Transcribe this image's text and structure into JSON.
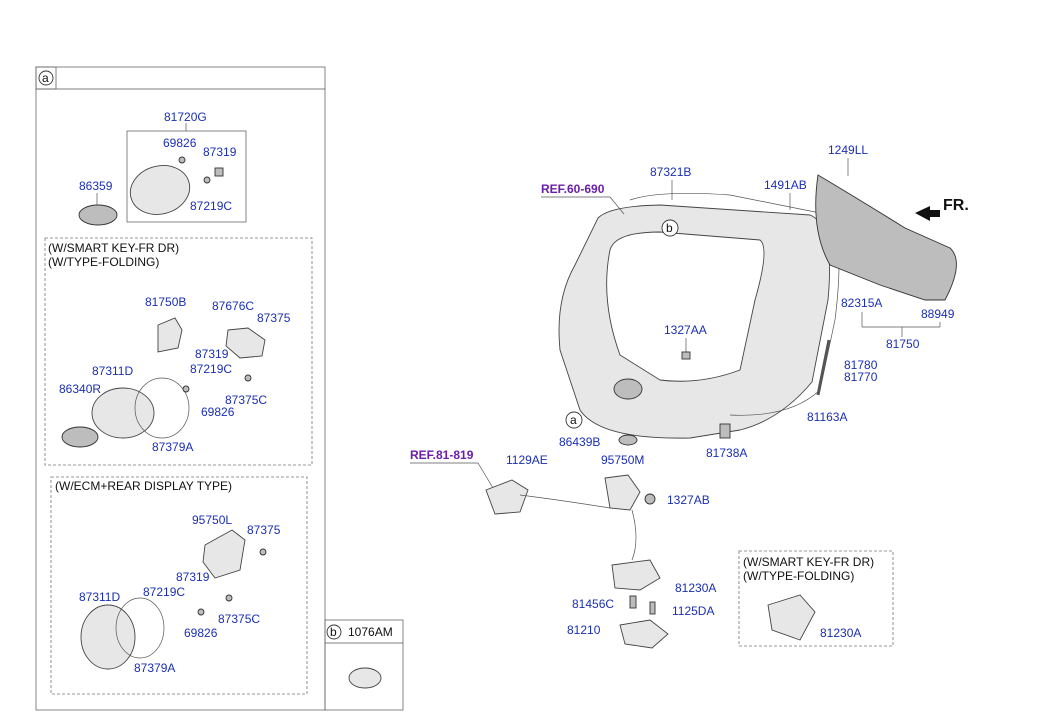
{
  "callouts": {
    "a": "a",
    "b": "b"
  },
  "panel_a": {
    "sub_smart_key": [
      "(W/SMART KEY-FR DR)",
      "(W/TYPE-FOLDING)"
    ],
    "sub_ecm": "(W/ECM+REAR DISPLAY TYPE)",
    "parts": {
      "p81720G": "81720G",
      "p69826_top": "69826",
      "p87319_top": "87319",
      "p86359": "86359",
      "p87219C_top": "87219C",
      "p81750B": "81750B",
      "p87676C": "87676C",
      "p87375_mid": "87375",
      "p87319_mid": "87319",
      "p87311D_mid": "87311D",
      "p87219C_mid": "87219C",
      "p86340R": "86340R",
      "p87375C_mid": "87375C",
      "p69826_mid": "69826",
      "p87379A_mid": "87379A",
      "p95750L": "95750L",
      "p87375_bot": "87375",
      "p87319_bot": "87319",
      "p87311D_bot": "87311D",
      "p87219C_bot": "87219C",
      "p87375C_bot": "87375C",
      "p69826_bot": "69826",
      "p87379A_bot": "87379A"
    }
  },
  "panel_b": {
    "part": "1076AM"
  },
  "main": {
    "refs": {
      "ref_60_690": "REF.60-690",
      "ref_81_819": "REF.81-819"
    },
    "front_label": "FR.",
    "sub_smart_key": [
      "(W/SMART KEY-FR DR)",
      "(W/TYPE-FOLDING)"
    ],
    "parts": {
      "p87321B": "87321B",
      "p1249LL": "1249LL",
      "p1491AB": "1491AB",
      "p82315A": "82315A",
      "p88949": "88949",
      "p81750": "81750",
      "p1327AA": "1327AA",
      "p81780": "81780",
      "p81770": "81770",
      "p81163A": "81163A",
      "p86439B": "86439B",
      "p81738A": "81738A",
      "p1129AE": "1129AE",
      "p95750M": "95750M",
      "p1327AB": "1327AB",
      "p81230A_main": "81230A",
      "p81456C": "81456C",
      "p1125DA": "1125DA",
      "p81210": "81210",
      "p81230A_box": "81230A"
    }
  }
}
